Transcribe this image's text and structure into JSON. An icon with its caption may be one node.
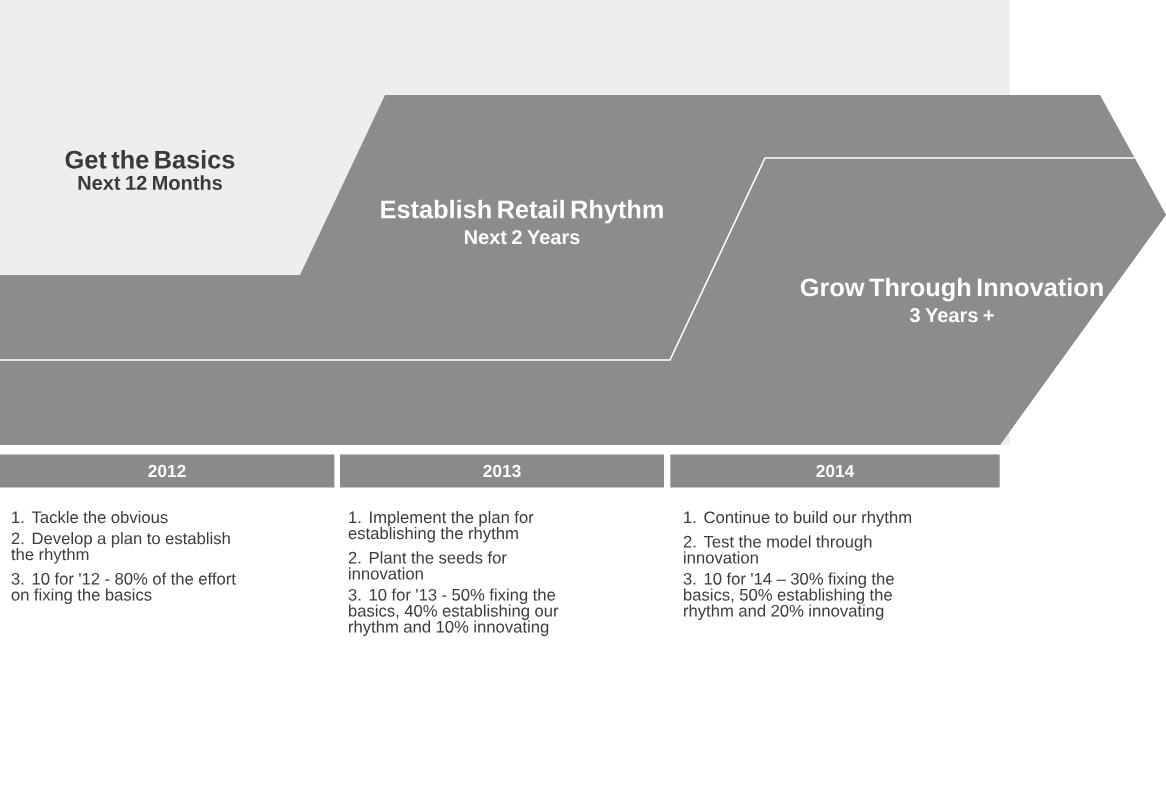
{
  "diagram": {
    "nodes": [
      {
        "text": [
          "Get the Basics",
          "Next 12 Months"
        ]
      },
      {
        "text": [
          "Establish Retail Rhythm",
          "Next 2 Years"
        ]
      },
      {
        "text": [
          "Grow Through Innovation",
          "3 Years +"
        ],
        "in": 1
      },
      {
        "text": [
          "2012"
        ]
      },
      {
        "text": [
          "2013"
        ]
      },
      {
        "text": [
          "2014"
        ]
      }
    ],
    "labels": [
      "1. Tackle the obvious",
      "2. Develop a plan to establish the rhythm",
      "3. 10 for '12 - 80% of the effort on fixing the basics",
      "1. Implement the plan for establishing the rhythm",
      "2. Plant the seeds for innovation",
      "3. 10 for '13 - 50% fixing the basics, 40% establishing our rhythm and 10% innovating",
      "1. Continue to build our rhythm",
      "2. Test the model through innovation",
      "3. 10 for '14 – 30% fixing the basics, 50% establishing the rhythm and 20% innovating"
    ]
  }
}
